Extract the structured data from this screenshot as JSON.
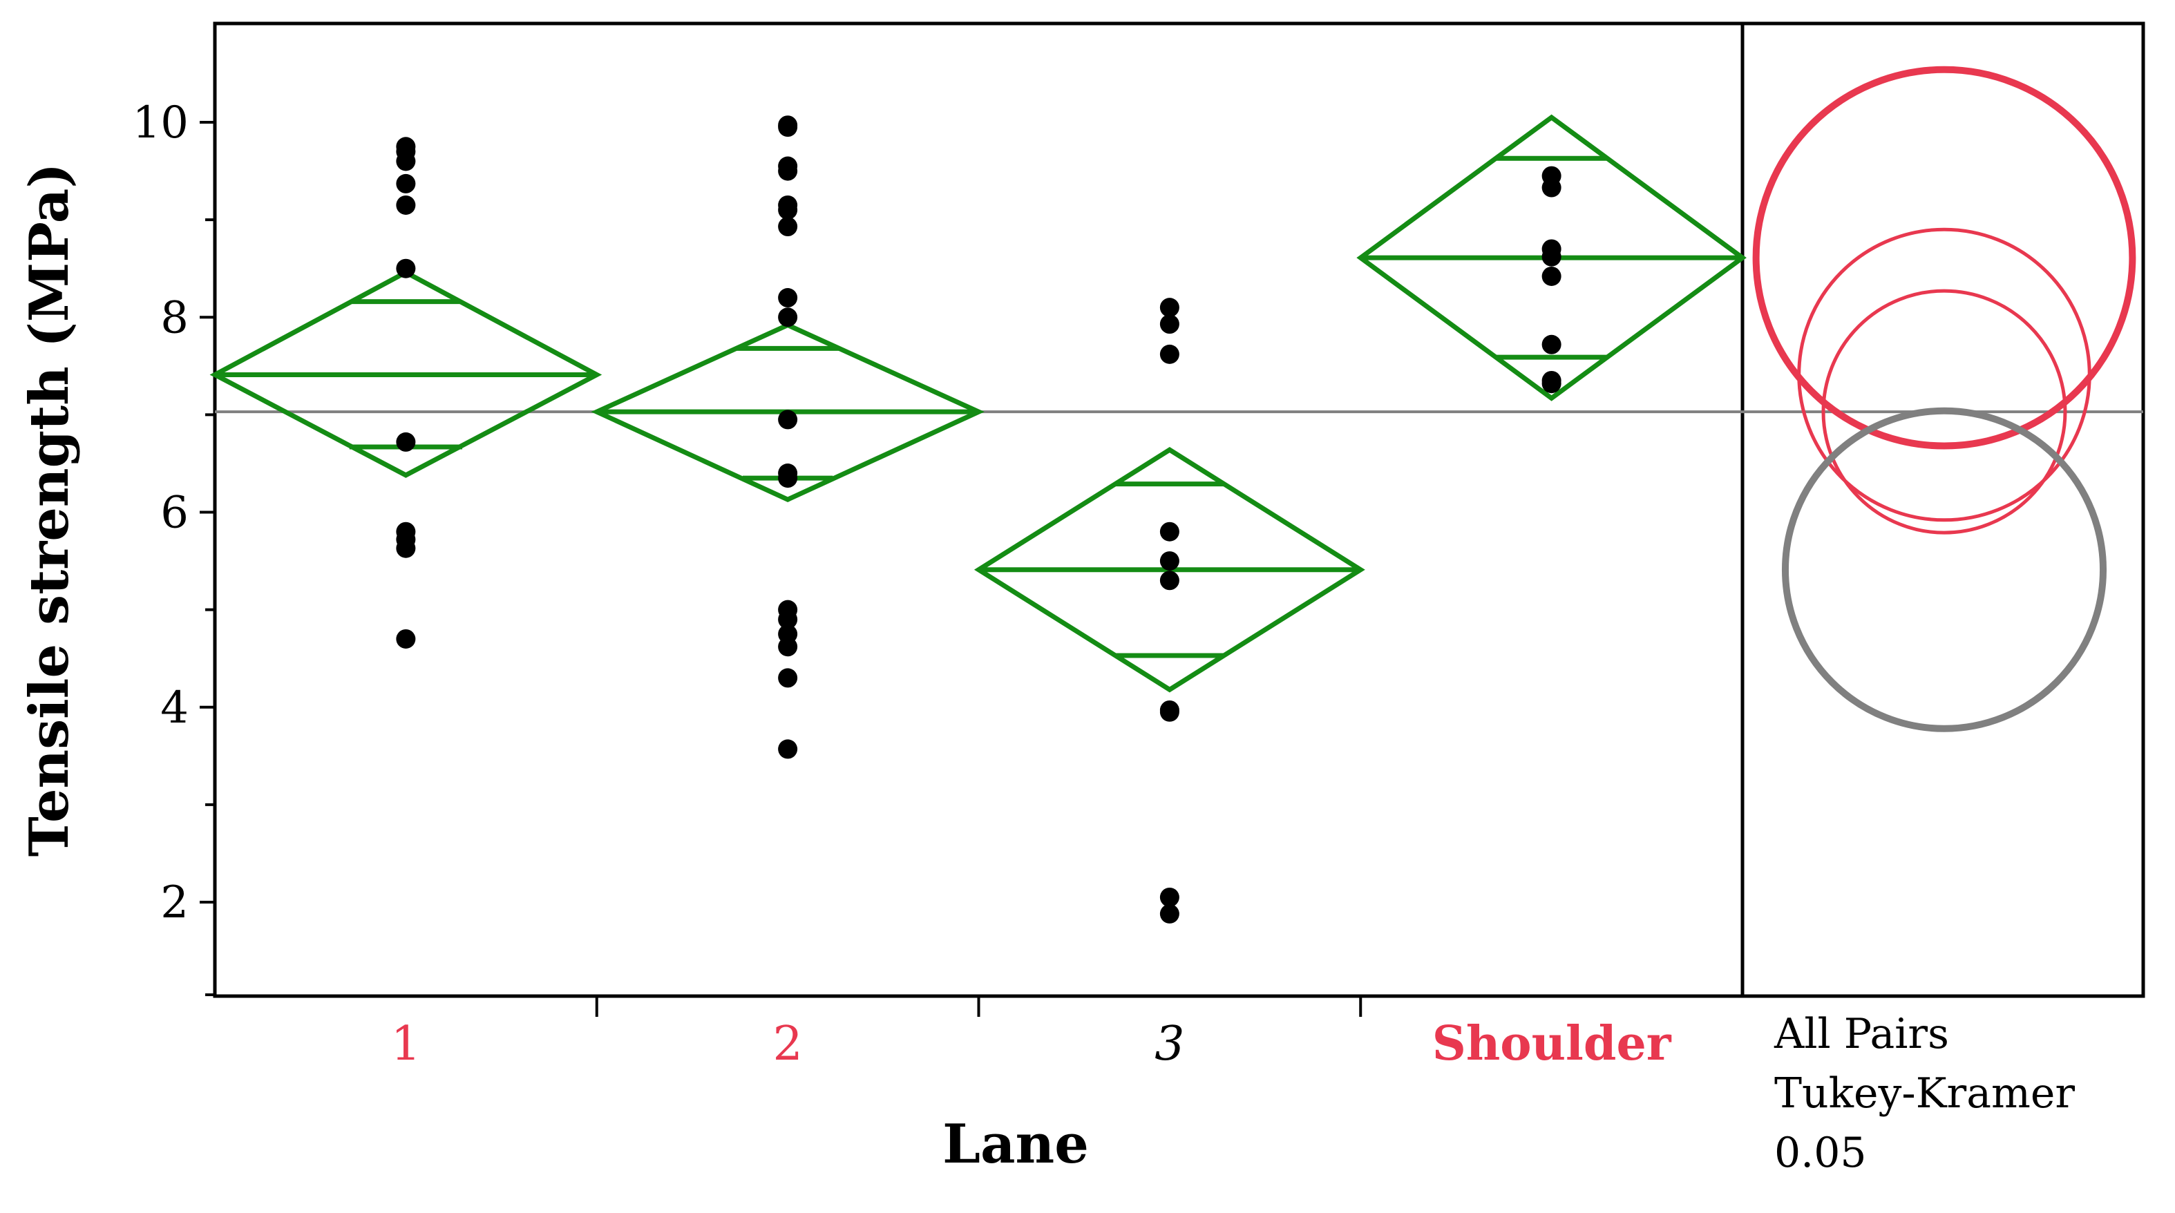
{
  "chart_data": {
    "type": "scatter",
    "title": "",
    "xlabel": "Lane",
    "ylabel": "Tensile strength (MPa)",
    "ylim": [
      1.0,
      11.0
    ],
    "yticks": [
      2,
      4,
      6,
      8,
      10
    ],
    "grand_mean": 7.03,
    "categories": [
      "1",
      "2",
      "3",
      "Shoulder"
    ],
    "category_colors": [
      "#e8384f",
      "#e8384f",
      "#000000",
      "#e8384f"
    ],
    "category_italic": [
      false,
      false,
      true,
      false
    ],
    "category_bold": [
      false,
      false,
      false,
      true
    ],
    "points": [
      [
        9.75,
        9.7,
        9.6,
        9.37,
        9.15,
        8.5,
        6.72,
        5.8,
        5.72,
        5.63,
        4.7
      ],
      [
        9.97,
        9.95,
        9.55,
        9.5,
        9.15,
        9.1,
        8.93,
        8.2,
        8.0,
        6.95,
        6.4,
        6.35,
        5.0,
        4.9,
        4.75,
        4.62,
        4.3,
        3.57
      ],
      [
        8.1,
        7.93,
        7.62,
        5.8,
        5.5,
        5.3,
        3.97,
        3.95,
        2.05,
        1.88
      ],
      [
        9.45,
        9.33,
        8.7,
        8.62,
        8.42,
        7.72,
        7.35,
        7.32
      ]
    ],
    "means_diamonds": [
      {
        "mean": 7.41,
        "ci_low": 6.38,
        "ci_high": 8.46,
        "overlap_low": 6.67,
        "overlap_high": 8.16
      },
      {
        "mean": 7.03,
        "ci_low": 6.13,
        "ci_high": 7.92,
        "overlap_low": 6.35,
        "overlap_high": 7.68
      },
      {
        "mean": 5.41,
        "ci_low": 4.18,
        "ci_high": 6.64,
        "overlap_low": 4.53,
        "overlap_high": 6.29
      },
      {
        "mean": 8.61,
        "ci_low": 7.17,
        "ci_high": 10.05,
        "overlap_low": 7.59,
        "overlap_high": 9.63
      }
    ],
    "comparison_circles": [
      {
        "group": "Shoulder",
        "center": 8.61,
        "radius": 1.93,
        "color": "#e8384f",
        "thick": true
      },
      {
        "group": "1",
        "center": 7.41,
        "radius": 1.49,
        "color": "#e8384f",
        "thick": false
      },
      {
        "group": "2",
        "center": 7.03,
        "radius": 1.24,
        "color": "#e8384f",
        "thick": false
      },
      {
        "group": "3",
        "center": 5.41,
        "radius": 1.63,
        "color": "#808080",
        "thick": true
      }
    ],
    "panel_labels": [
      "All Pairs",
      "Tukey-Kramer",
      "0.05"
    ],
    "colors": {
      "diamond": "#148c14",
      "points": "#000000",
      "grand_mean_line": "#808080",
      "highlight": "#e8384f",
      "nonhighlight": "#808080"
    }
  }
}
